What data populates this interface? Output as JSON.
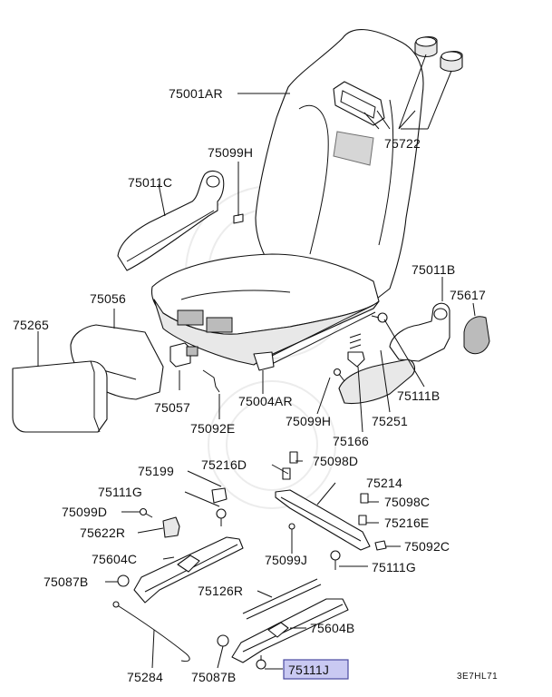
{
  "diagram": {
    "code": "3E7HL71",
    "highlighted_part": "75111J",
    "labels": [
      {
        "id": "75001AR",
        "text": "75001AR"
      },
      {
        "id": "75722",
        "text": "75722"
      },
      {
        "id": "75099H-top",
        "text": "75099H"
      },
      {
        "id": "75011C",
        "text": "75011C"
      },
      {
        "id": "75056",
        "text": "75056"
      },
      {
        "id": "75265",
        "text": "75265"
      },
      {
        "id": "75011B",
        "text": "75011B"
      },
      {
        "id": "75617",
        "text": "75617"
      },
      {
        "id": "75057",
        "text": "75057"
      },
      {
        "id": "75004AR",
        "text": "75004AR"
      },
      {
        "id": "75111B",
        "text": "75111B"
      },
      {
        "id": "75092E",
        "text": "75092E"
      },
      {
        "id": "75099H-mid",
        "text": "75099H"
      },
      {
        "id": "75251",
        "text": "75251"
      },
      {
        "id": "75166",
        "text": "75166"
      },
      {
        "id": "75098D",
        "text": "75098D"
      },
      {
        "id": "75199",
        "text": "75199"
      },
      {
        "id": "75216D",
        "text": "75216D"
      },
      {
        "id": "75214",
        "text": "75214"
      },
      {
        "id": "75111G-left",
        "text": "75111G"
      },
      {
        "id": "75098C",
        "text": "75098C"
      },
      {
        "id": "75099D",
        "text": "75099D"
      },
      {
        "id": "75216E",
        "text": "75216E"
      },
      {
        "id": "75622R",
        "text": "75622R"
      },
      {
        "id": "75092C",
        "text": "75092C"
      },
      {
        "id": "75604C",
        "text": "75604C"
      },
      {
        "id": "75099J",
        "text": "75099J"
      },
      {
        "id": "75111G-right",
        "text": "75111G"
      },
      {
        "id": "75087B-left",
        "text": "75087B"
      },
      {
        "id": "75126R",
        "text": "75126R"
      },
      {
        "id": "75604B",
        "text": "75604B"
      },
      {
        "id": "75284",
        "text": "75284"
      },
      {
        "id": "75087B-bottom",
        "text": "75087B"
      },
      {
        "id": "75111J",
        "text": "75111J"
      }
    ]
  }
}
